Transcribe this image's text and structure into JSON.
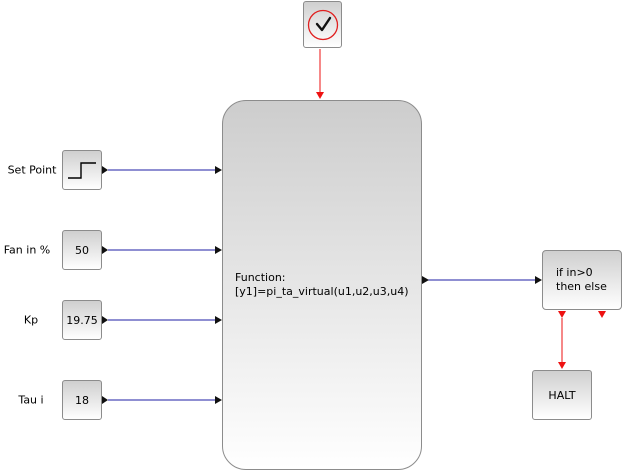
{
  "colors": {
    "signal_link": "#1f1fa6",
    "activation_link": "#ee1111",
    "port": "#111111",
    "clock_ring": "#e02020"
  },
  "inputs": [
    {
      "label": "Set Point",
      "value": "",
      "icon": "step-icon"
    },
    {
      "label": "Fan in %",
      "value": "50"
    },
    {
      "label": "Kp",
      "value": "19.75"
    },
    {
      "label": "Tau i",
      "value": "18"
    }
  ],
  "clock": {
    "icon": "clock-icon"
  },
  "function_block": {
    "line1": "Function:",
    "line2": "[y1]=pi_ta_virtual(u1,u2,u3,u4)"
  },
  "ifthen_block": {
    "line1": "if in>0",
    "line2": "then else"
  },
  "halt_block": {
    "label": "HALT"
  }
}
